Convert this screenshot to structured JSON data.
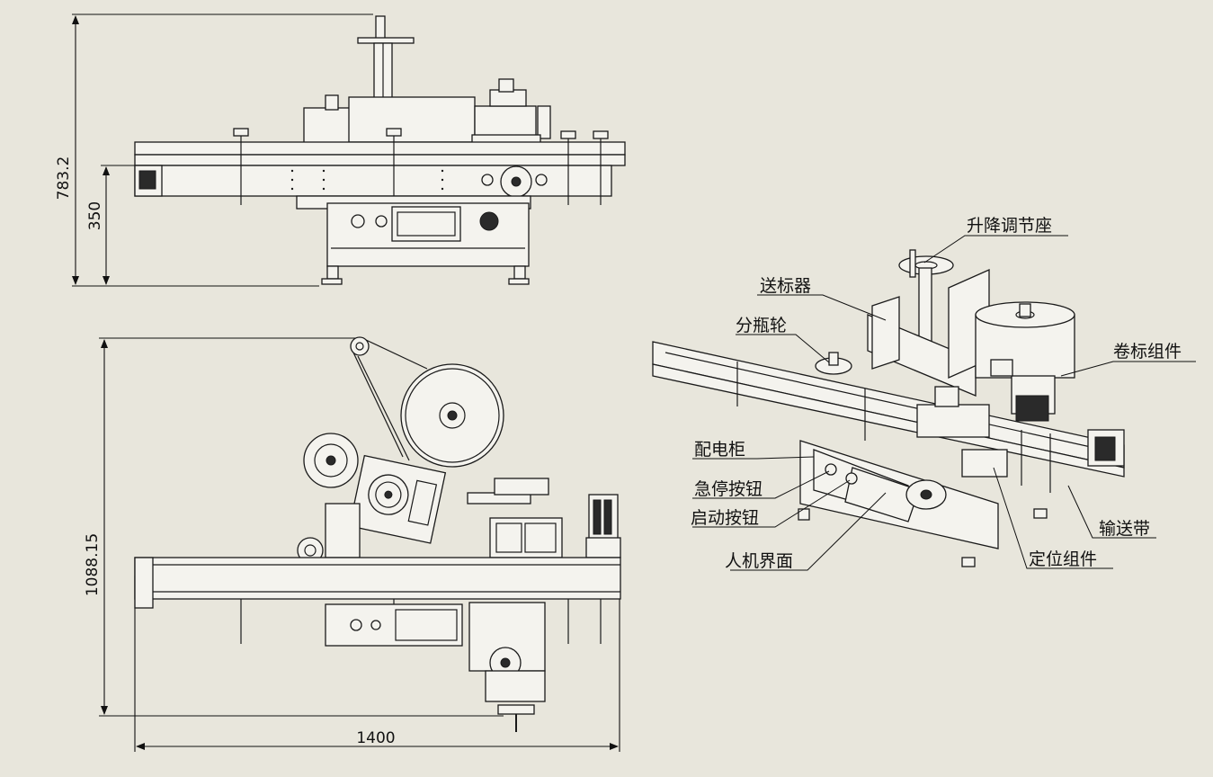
{
  "dimensions": {
    "overall_height": "783.2",
    "table_height": "350",
    "depth": "1088.15",
    "length": "1400"
  },
  "callouts": [
    {
      "id": "lift-seat",
      "label": "升降调节座"
    },
    {
      "id": "label-feeder",
      "label": "送标器"
    },
    {
      "id": "bottle-wheel",
      "label": "分瓶轮"
    },
    {
      "id": "label-roll",
      "label": "卷标组件"
    },
    {
      "id": "cabinet",
      "label": "配电柜"
    },
    {
      "id": "estop",
      "label": "急停按钮"
    },
    {
      "id": "start",
      "label": "启动按钮"
    },
    {
      "id": "hmi",
      "label": "人机界面"
    },
    {
      "id": "conveyor",
      "label": "输送带"
    },
    {
      "id": "positioning",
      "label": "定位组件"
    }
  ],
  "colors": {
    "background": "#e8e6dc",
    "line": "#1a1a1a"
  }
}
